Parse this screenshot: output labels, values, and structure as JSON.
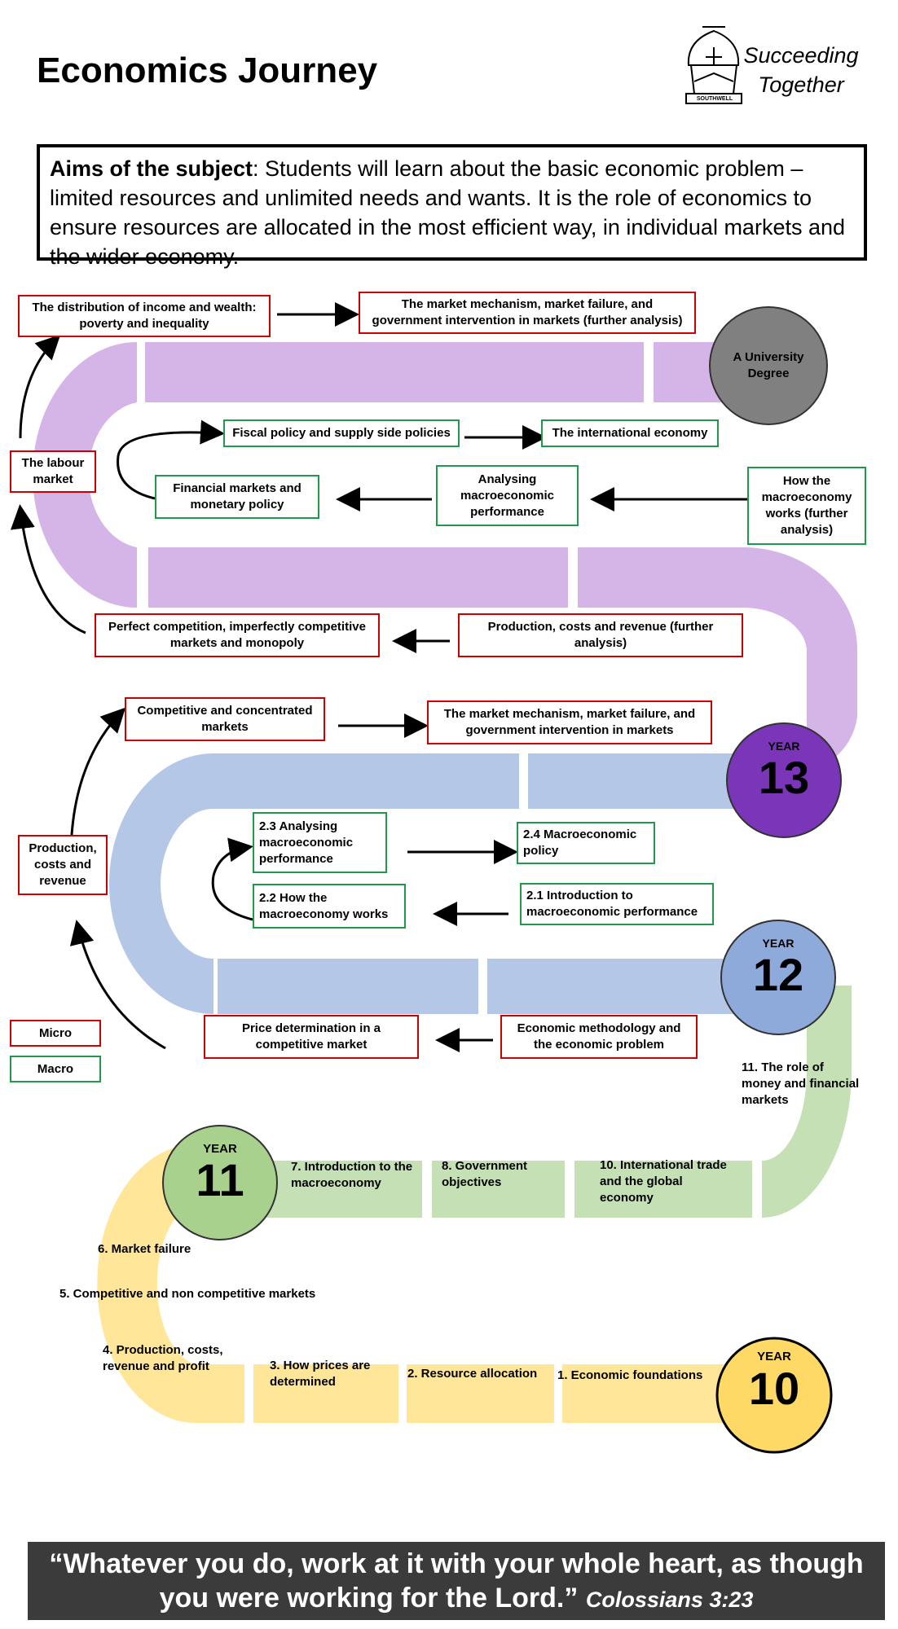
{
  "header": {
    "title": "Economics Journey",
    "motto_line1": "Succeeding",
    "motto_line2": "Together",
    "crest_text": "SOUTHWELL"
  },
  "aims": {
    "label": "Aims of the subject",
    "text": ": Students will learn about the basic economic problem – limited resources and unlimited needs and wants. It is the role of economics to ensure resources are allocated in the most efficient way, in individual markets and the wider economy."
  },
  "a_level_y13": {
    "distribution": "The distribution of income and wealth: poverty and inequality",
    "market_mechanism_further": "The market mechanism, market failure, and government intervention in markets (further analysis)",
    "university": "A University Degree",
    "labour_market": "The labour market",
    "fiscal_policy": "Fiscal policy and supply side policies",
    "international_economy": "The international economy",
    "financial_markets": "Financial markets and monetary policy",
    "analysing_macro": "Analysing macroeconomic performance",
    "how_macro_works_further": "How the macroeconomy works (further analysis)",
    "perfect_competition": "Perfect competition, imperfectly competitive markets and monopoly",
    "production_further": "Production, costs and revenue (further analysis)"
  },
  "a_level_y12": {
    "competitive_concentrated": "Competitive and concentrated markets",
    "market_mechanism": "The market mechanism, market failure, and government intervention in markets",
    "production_costs": "Production, costs and revenue",
    "m23": "2.3 Analysing macroeconomic performance",
    "m24": "2.4 Macroeconomic policy",
    "m22": "2.2 How the macroeconomy works",
    "m21": "2.1 Introduction to macroeconomic performance",
    "price_determination": "Price determination in a competitive market",
    "methodology": "Economic methodology and the economic problem"
  },
  "legend": {
    "micro": "Micro",
    "macro": "Macro",
    "micro_color": "#cc0000",
    "macro_color": "#1f9a4a"
  },
  "gcse": {
    "t1": "1. Economic foundations",
    "t2": "2. Resource allocation",
    "t3": "3. How prices are determined",
    "t4": "4. Production, costs, revenue and profit",
    "t5": "5. Competitive and non competitive markets",
    "t6": "6. Market failure",
    "t7": "7. Introduction to the macroeconomy",
    "t8": "8. Government objectives",
    "t10": "10. International trade and the global economy",
    "t11": "11. The role of money and financial markets"
  },
  "years": {
    "label": "YEAR",
    "y13": "13",
    "y12": "12",
    "y11": "11",
    "y10": "10",
    "y13_color": "#7b35b9",
    "y12_color": "#8eaadb",
    "y11_color": "#a9d18e",
    "y10_color": "#ffd966"
  },
  "colors": {
    "purple_road": "#d5b4e8",
    "blue_road": "#b4c7e7",
    "green_road": "#c5e0b4",
    "yellow_road": "#ffe699",
    "university": "#808080"
  },
  "footer": {
    "quote": "“Whatever you do, work at it with your whole heart, as though you were working for the Lord.”",
    "citation": "Colossians 3:23"
  }
}
